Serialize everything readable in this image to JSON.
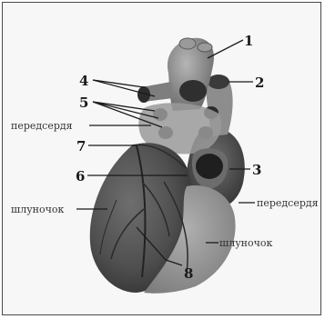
{
  "diagram": {
    "colors": {
      "background": "#f7f7f7",
      "frame": "#4a4a4a",
      "tissue_dark": "#4a4a4a",
      "tissue_mid": "#7a7a7a",
      "tissue_light": "#a3a3a3",
      "leader": "#1a1a1a"
    },
    "numbers": [
      "1",
      "2",
      "3",
      "4",
      "5",
      "6",
      "7",
      "8"
    ],
    "labels": {
      "atrium_left_side": "передсердя",
      "ventricle_left_side": "шлуночок",
      "atrium_right_side": "передсердя",
      "ventricle_right_side": "шлуночок"
    }
  }
}
